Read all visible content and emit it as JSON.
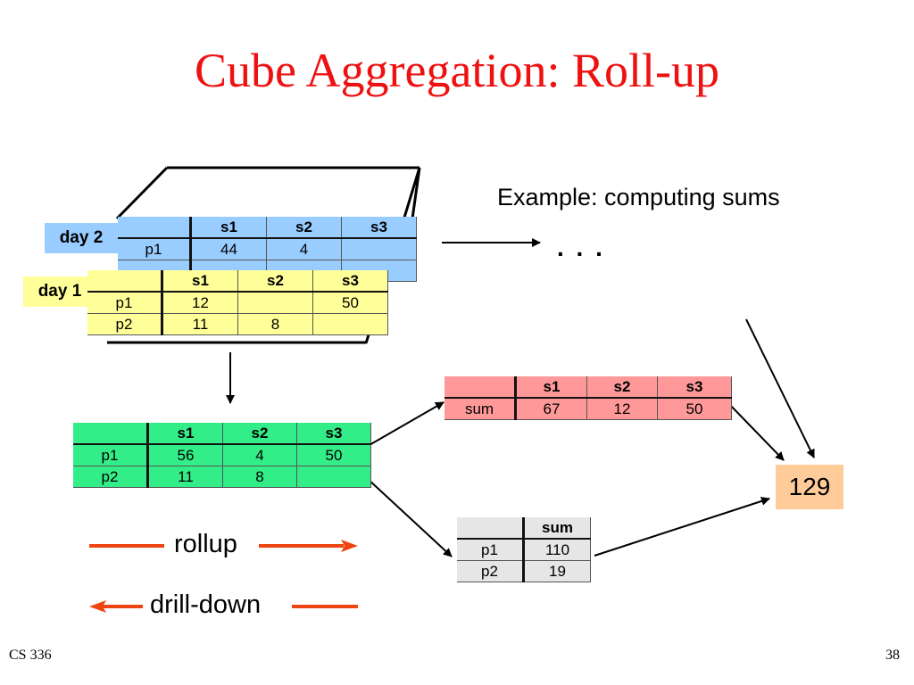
{
  "title": "Cube Aggregation: Roll-up",
  "example_text": "Example: computing sums",
  "ellipsis": ". . .",
  "footer": {
    "left": "CS 336",
    "right": "38"
  },
  "colors": {
    "title": "#ee1111",
    "day2": "#99ccff",
    "day1": "#ffff99",
    "rollup": "#33ee88",
    "sum_row": "#ff9999",
    "sum_col": "#e6e6e6",
    "result": "#ffcc99",
    "arrow_orange": "#ee4411"
  },
  "day2": {
    "label": "day 2",
    "header": [
      "",
      "s1",
      "s2",
      "s3"
    ],
    "rows": [
      [
        "p1",
        "44",
        "4",
        ""
      ],
      [
        "",
        "",
        "",
        ""
      ]
    ]
  },
  "day1": {
    "label": "day 1",
    "header": [
      "",
      "s1",
      "s2",
      "s3"
    ],
    "rows": [
      [
        "p1",
        "12",
        "",
        "50"
      ],
      [
        "p2",
        "11",
        "8",
        ""
      ]
    ]
  },
  "rollup_table": {
    "header": [
      "",
      "s1",
      "s2",
      "s3"
    ],
    "rows": [
      [
        "p1",
        "56",
        "4",
        "50"
      ],
      [
        "p2",
        "11",
        "8",
        ""
      ]
    ]
  },
  "sum_row_table": {
    "header": [
      "",
      "s1",
      "s2",
      "s3"
    ],
    "rows": [
      [
        "sum",
        "67",
        "12",
        "50"
      ]
    ]
  },
  "sum_col_table": {
    "header": [
      "",
      "sum"
    ],
    "rows": [
      [
        "p1",
        "110"
      ],
      [
        "p2",
        "19"
      ]
    ]
  },
  "total": "129",
  "legend": {
    "rollup": "rollup",
    "drilldown": "drill-down"
  }
}
